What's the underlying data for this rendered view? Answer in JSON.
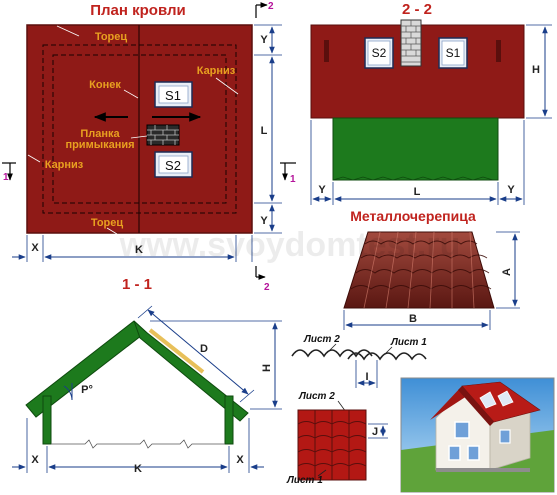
{
  "colors": {
    "roof": "#8f1a17",
    "roof_dark": "#6e1210",
    "wall": "#1d7a1d",
    "heading": "#c0231e",
    "label_orange": "#e8a020",
    "frame": "#2e5e2e",
    "dim": "#1a3e8a",
    "section_mark": "#b5149b"
  },
  "plan": {
    "title": "План кровли",
    "torec_top": "Торец",
    "torec_bottom": "Торец",
    "konek": "Конек",
    "karniz_right": "Карниз",
    "karniz_left": "Карниз",
    "planka_1": "Планка",
    "planka_2": "примыкания",
    "window_1": "S1",
    "window_2": "S2",
    "dim_y_top": "Y",
    "dim_l": "L",
    "dim_y_bottom": "Y",
    "dim_x": "X",
    "dim_k": "K",
    "cut_2_top": "2",
    "cut_2_bottom": "2",
    "cut_1": "1",
    "cut_1_right": "1"
  },
  "section22": {
    "title": "2 - 2",
    "window_1": "S2",
    "window_2": "S1",
    "dim_h": "H",
    "dim_y_left": "Y",
    "dim_l": "L",
    "dim_y_right": "Y"
  },
  "tile": {
    "title": "Металлочерепица",
    "dim_a": "A",
    "dim_b": "B"
  },
  "section11": {
    "title": "1 - 1",
    "dim_d": "D",
    "dim_h": "H",
    "dim_p": "P°",
    "dim_x_left": "X",
    "dim_k": "K",
    "dim_x_right": "X"
  },
  "overlap": {
    "sheet2_a": "Лист 2",
    "sheet1_a": "Лист 1",
    "dim_i": "I",
    "sheet2_b": "Лист 2",
    "dim_j": "J",
    "sheet1_b": "Лист 1"
  },
  "watermark": "www.svoydomtest.ru"
}
